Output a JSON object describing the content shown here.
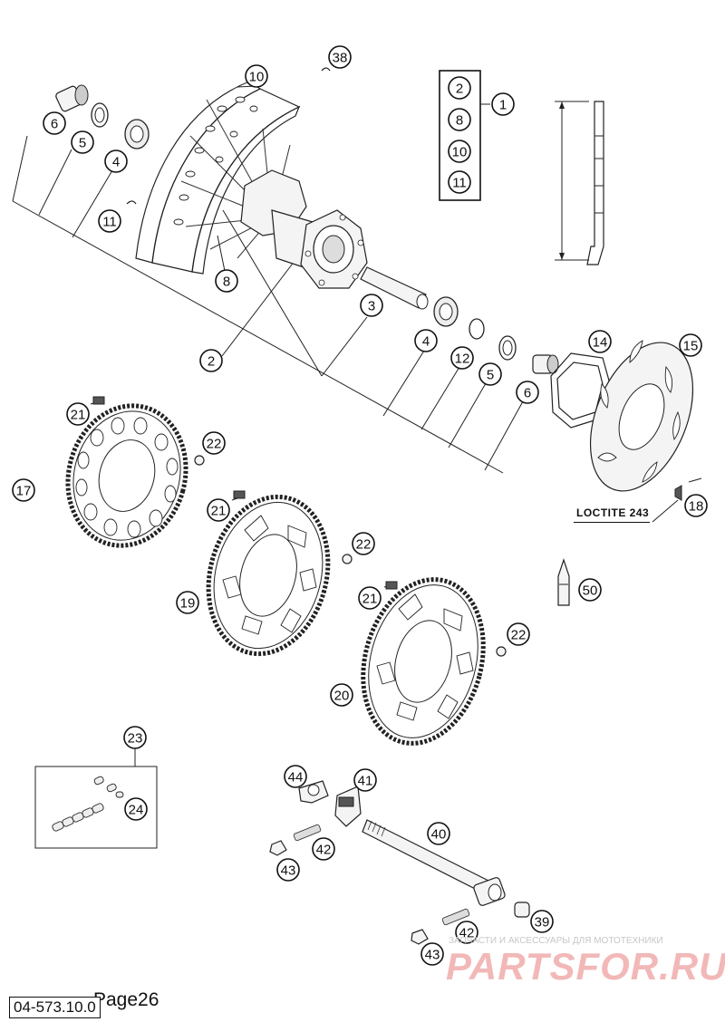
{
  "diagram": {
    "document_number": "04-573.10.0",
    "page_label": "Page26",
    "loctite_note": "LOCTITE 243",
    "callouts": [
      "1",
      "2",
      "3",
      "4",
      "5",
      "6",
      "8",
      "10",
      "11",
      "12",
      "14",
      "15",
      "17",
      "18",
      "19",
      "20",
      "21",
      "22",
      "23",
      "24",
      "38",
      "39",
      "40",
      "41",
      "42",
      "43",
      "44",
      "50"
    ],
    "kit_1_contents": [
      "2",
      "8",
      "10",
      "11"
    ]
  },
  "watermark": {
    "tagline": "ЗАПЧАСТИ И АКСЕССУАРЫ ДЛЯ МОТОТЕХНИКИ",
    "logo": "PARTSFOR.RU"
  }
}
